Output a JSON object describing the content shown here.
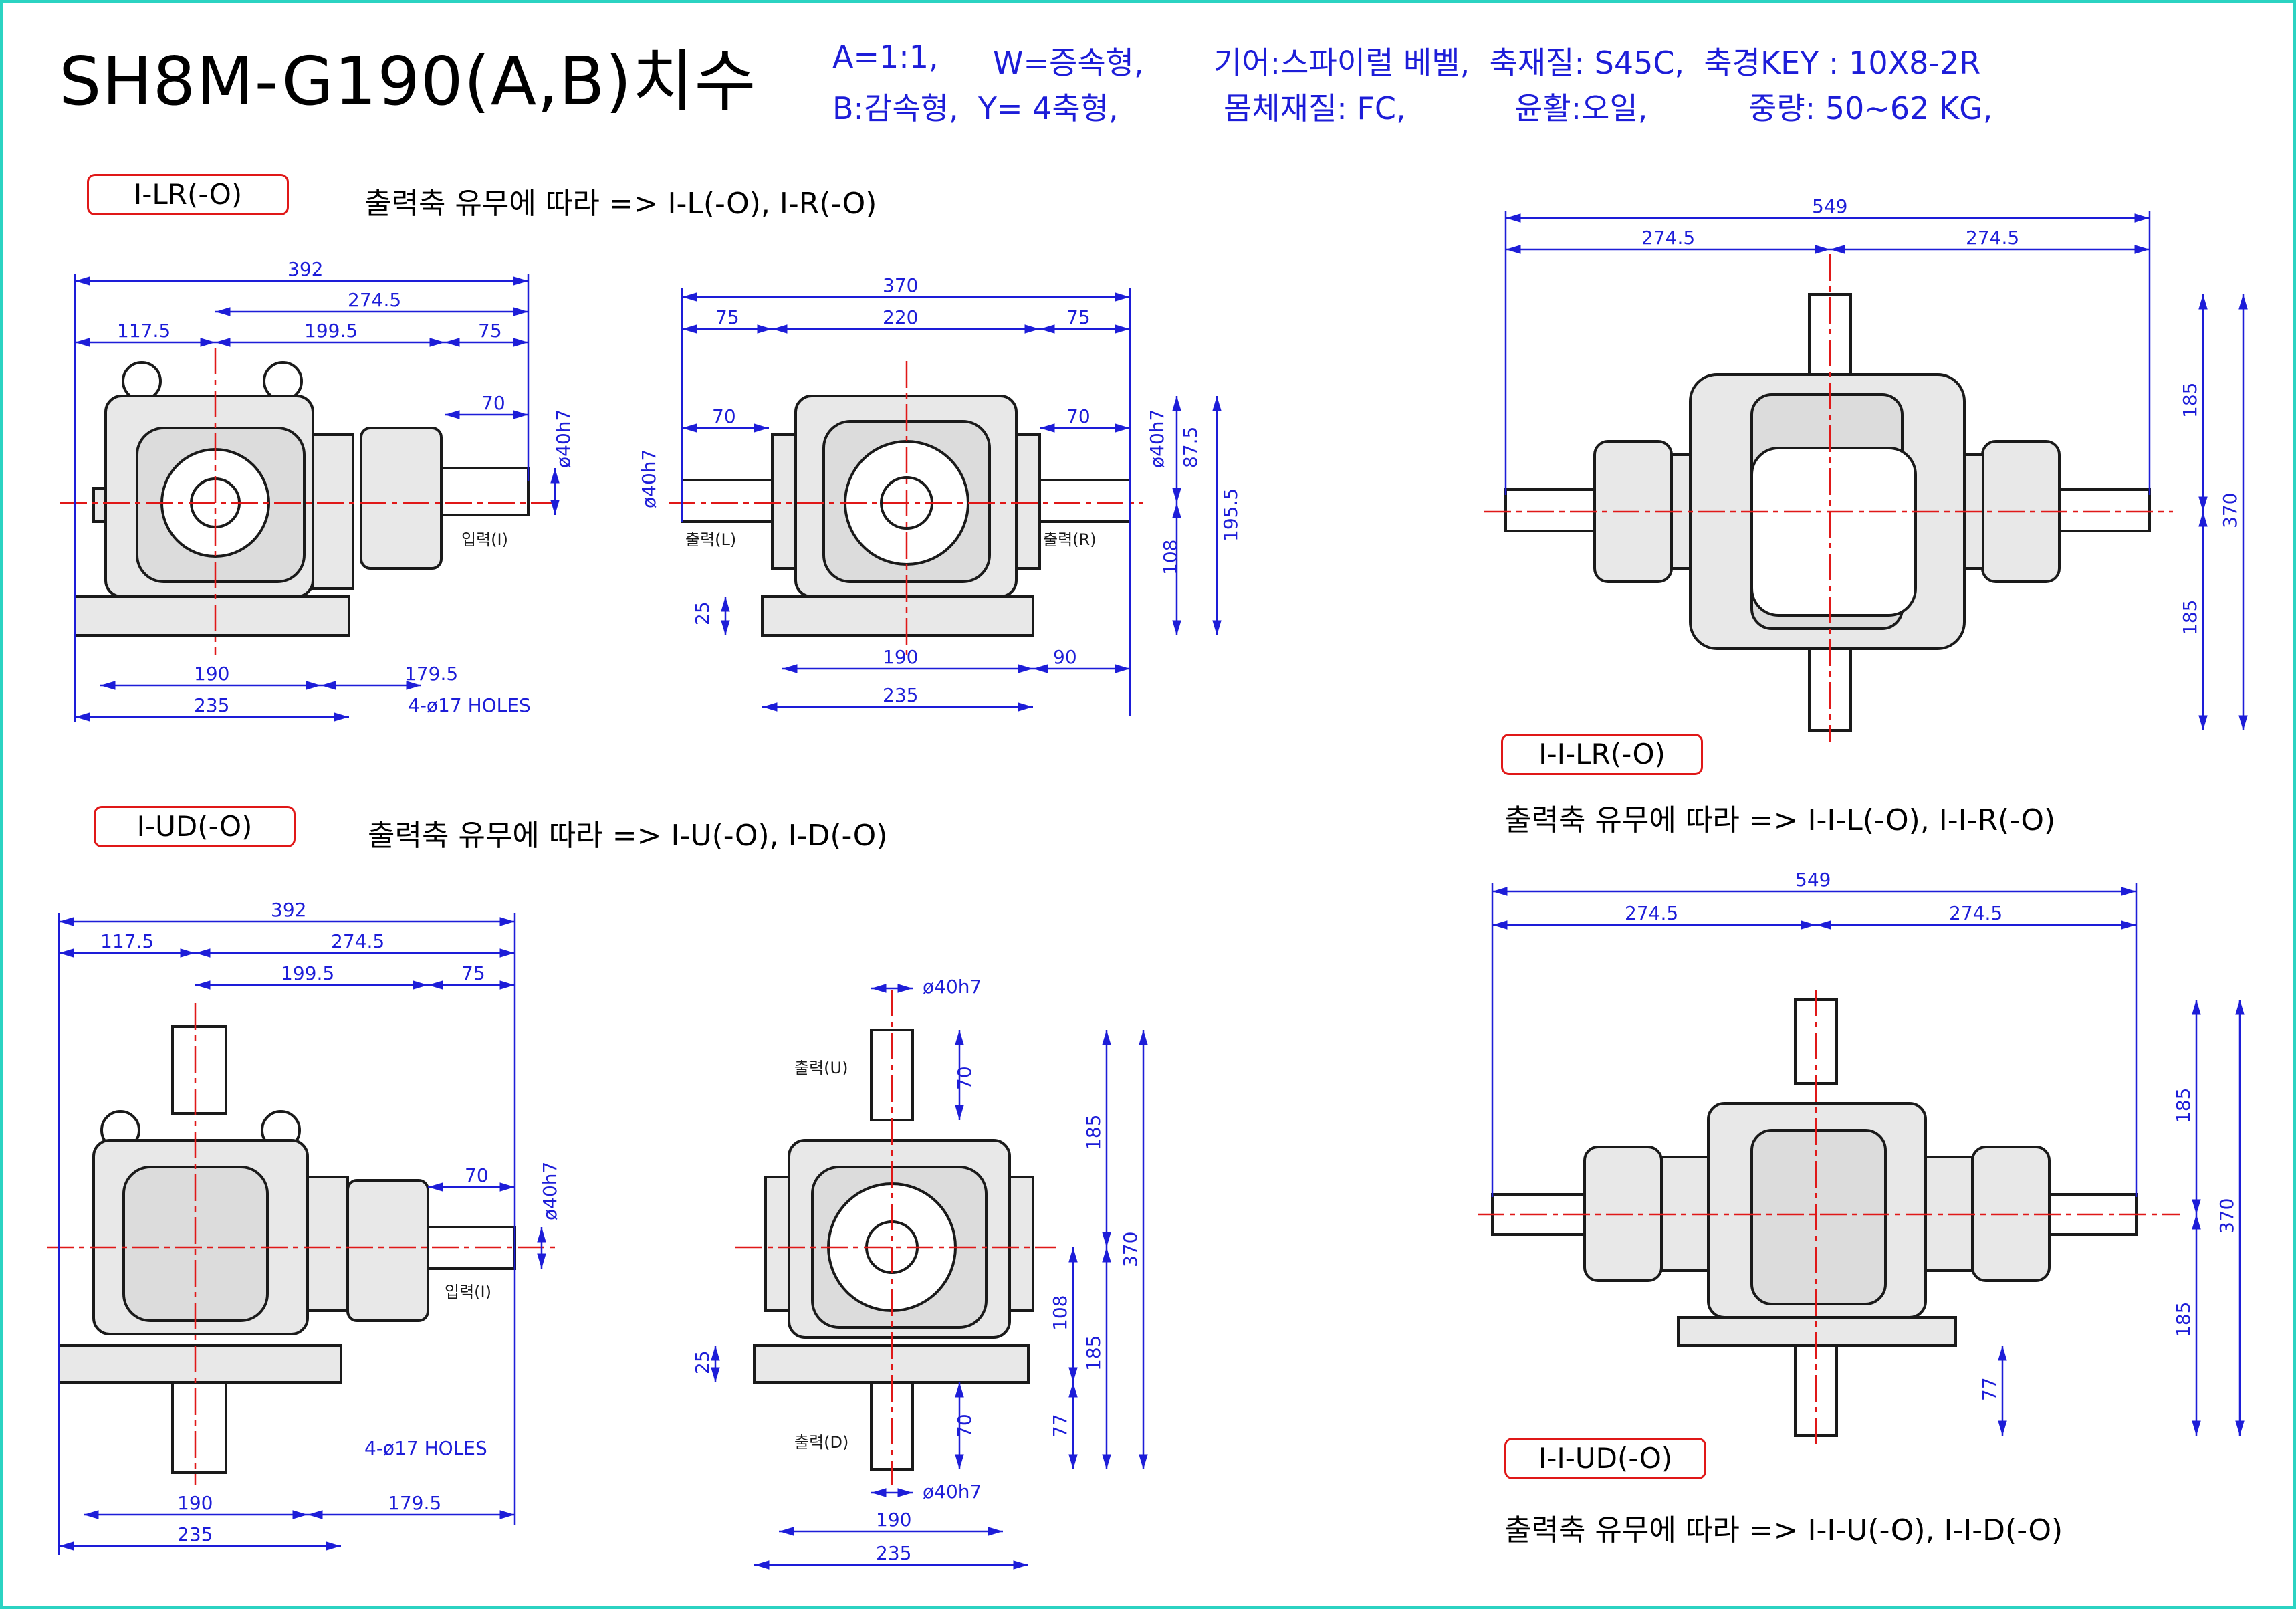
{
  "title": "SH8M-G190(A,B)치수",
  "specs": {
    "line1a": "A=1:1,",
    "line1b": "W=증속형,",
    "line1c": "기어:스파이럴 베벨,  축재질: S45C,  축경KEY : 10X8-2R",
    "line2a": "B:감속형,  Y= 4축형,",
    "line2b": "몸체재질: FC,",
    "line2c": "윤활:오일,",
    "line2d": "중량: 50~62 KG,"
  },
  "views": {
    "lr": {
      "label": "I-LR(-O)",
      "desc": "출력축 유무에 따라 => I-L(-O), I-R(-O)"
    },
    "ud": {
      "label": "I-UD(-O)",
      "desc": "출력축 유무에 따라 => I-U(-O), I-D(-O)"
    },
    "ilr": {
      "label": "I-I-LR(-O)",
      "desc": "출력축 유무에 따라 => I-I-L(-O), I-I-R(-O)"
    },
    "iud": {
      "label": "I-I-UD(-O)",
      "desc": "출력축 유무에 따라 => I-I-U(-O), I-I-D(-O)"
    }
  },
  "dims": {
    "d392": "392",
    "d274_5": "274.5",
    "d117_5": "117.5",
    "d199_5": "199.5",
    "d75": "75",
    "d70": "70",
    "phi40": "ø40h7",
    "d190": "190",
    "d179_5": "179.5",
    "d235": "235",
    "holes": "4-ø17  HOLES",
    "input": "입력(I)",
    "d370": "370",
    "d220": "220",
    "d87_5": "87.5",
    "d195_5": "195.5",
    "d108": "108",
    "d25": "25",
    "d90": "90",
    "outL": "출력(L)",
    "outR": "출력(R)",
    "d549": "549",
    "d185": "185",
    "outU": "출력(U)",
    "outD": "출력(D)",
    "d77": "77"
  },
  "colors": {
    "dim": "#1d1dd8",
    "center": "#e01818",
    "body": "#1a1a1a",
    "fill": "#e8e8e8",
    "accent": "#2bd3c2"
  }
}
